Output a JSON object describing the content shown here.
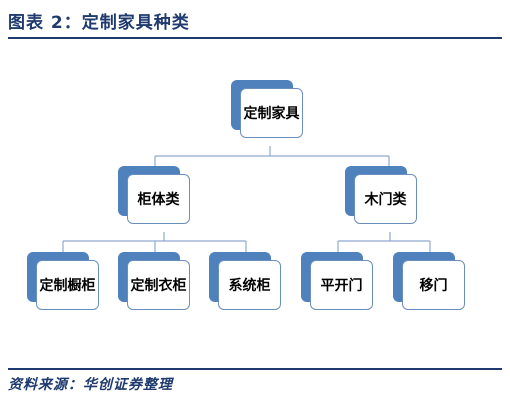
{
  "header": {
    "title": "图表 2：定制家具种类"
  },
  "footer": {
    "source": "资料来源：华创证券整理"
  },
  "tree": {
    "root": "定制家具",
    "branches": [
      {
        "label": "柜体类",
        "children": [
          "定制橱柜",
          "定制衣柜",
          "系统柜"
        ]
      },
      {
        "label": "木门类",
        "children": [
          "平开门",
          "移门"
        ]
      }
    ]
  },
  "colors": {
    "accent": "#1f3a6e",
    "node": "#4f81bd",
    "line": "#8ea9cf"
  }
}
